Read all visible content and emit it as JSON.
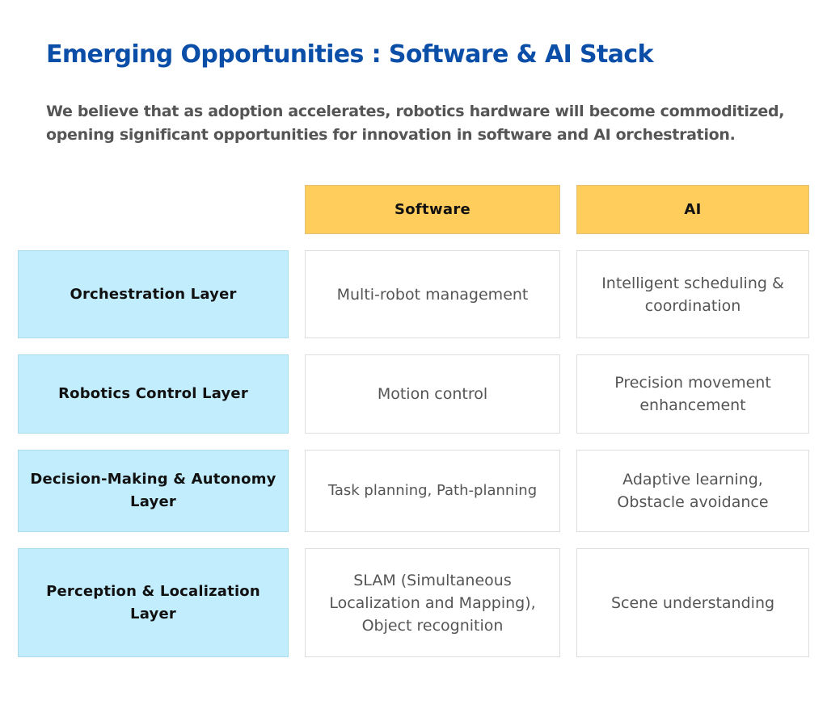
{
  "title": "Emerging Opportunities : Software & AI Stack",
  "intro": "We believe that as adoption accelerates, robotics hardware will become commoditized, opening significant opportunities for innovation in software and AI orchestration.",
  "table": {
    "columns": [
      "Software",
      "AI"
    ],
    "rows": [
      {
        "layer": "Orchestration Layer",
        "software": "Multi-robot management",
        "ai": "Intelligent scheduling & coordination"
      },
      {
        "layer": "Robotics Control Layer",
        "software": "Motion control",
        "ai": "Precision movement enhancement"
      },
      {
        "layer": "Decision-Making & Autonomy Layer",
        "software": "Task planning, Path-planning",
        "ai": "Adaptive learning, Obstacle avoidance"
      },
      {
        "layer": "Perception & Localization Layer",
        "software": "SLAM (Simultaneous Localization and Mapping), Object recognition",
        "ai": "Scene understanding"
      }
    ]
  },
  "colors": {
    "title": "#0b4ea8",
    "header_fill": "#fecd5c",
    "layer_fill": "#c2edfd",
    "text_gray": "#555555"
  }
}
